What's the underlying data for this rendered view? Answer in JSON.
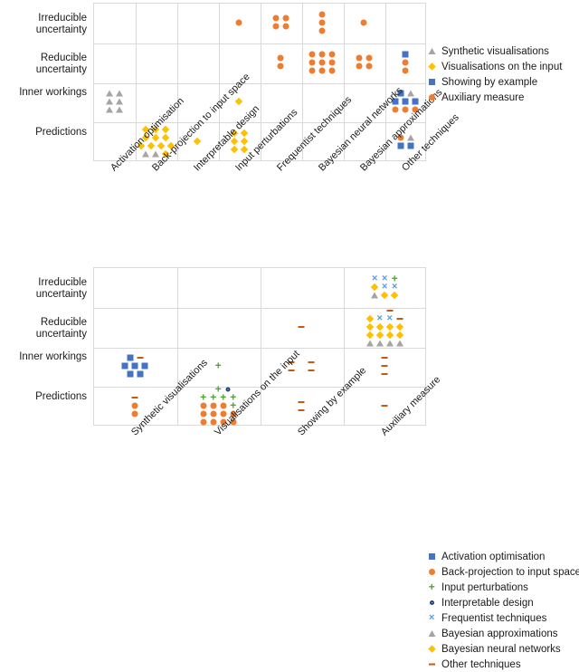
{
  "colors": {
    "gray": "#A5A5A5",
    "gold": "#FFC000",
    "blue": "#4472C4",
    "orange": "#ED7D31",
    "green": "#4EA72E",
    "darkblue": "#264478",
    "lightblue": "#5B9BD5",
    "darkorange": "#C55A11",
    "grid": "#D9D9D9"
  },
  "chart_data": [
    {
      "id": "chart-top",
      "type": "heatmap",
      "title": "",
      "xlabel": "",
      "ylabel": "",
      "grid": true,
      "legend_position": "right",
      "rows": [
        "Irreducible uncertainty",
        "Reducible uncertainty",
        "Inner workings",
        "Predictions"
      ],
      "row_lines": [
        [
          "Irreducible",
          "uncertainty"
        ],
        [
          "Reducible",
          "uncertainty"
        ],
        [
          "Inner workings"
        ],
        [
          "Predictions"
        ]
      ],
      "categories": [
        "Activation optimisation",
        "Back-projection to input space",
        "Interpretable design",
        "Input perturbations",
        "Frequentist techniques",
        "Bayesian neural networks",
        "Bayesian approximations",
        "Other techniques"
      ],
      "series": [
        {
          "name": "Synthetic visualisations",
          "marker": "triangle",
          "color": "#A5A5A5"
        },
        {
          "name": "Visualisations on the input",
          "marker": "diamond",
          "color": "#FFC000"
        },
        {
          "name": "Showing by example",
          "marker": "square",
          "color": "#4472C4"
        },
        {
          "name": "Auxiliary measure",
          "marker": "circle",
          "color": "#ED7D31"
        }
      ],
      "cells": [
        {
          "row": 0,
          "col": 3,
          "layout": [
            [
              "circle"
            ]
          ]
        },
        {
          "row": 0,
          "col": 4,
          "layout": [
            [
              "circle",
              "circle"
            ],
            [
              "circle",
              "circle"
            ]
          ]
        },
        {
          "row": 0,
          "col": 5,
          "layout": [
            [
              "circle"
            ],
            [
              "circle"
            ],
            [
              "circle"
            ]
          ]
        },
        {
          "row": 0,
          "col": 6,
          "layout": [
            [
              "circle"
            ]
          ]
        },
        {
          "row": 1,
          "col": 4,
          "layout": [
            [
              "circle"
            ],
            [
              "circle"
            ]
          ]
        },
        {
          "row": 1,
          "col": 5,
          "layout": [
            [
              "circle",
              "circle",
              "circle"
            ],
            [
              "circle",
              "circle",
              "circle"
            ],
            [
              "circle",
              "circle",
              "circle"
            ]
          ]
        },
        {
          "row": 1,
          "col": 6,
          "layout": [
            [
              "circle",
              "circle"
            ],
            [
              "circle",
              "circle"
            ]
          ]
        },
        {
          "row": 1,
          "col": 7,
          "layout": [
            [
              "square"
            ],
            [
              "circle"
            ],
            [
              "circle"
            ]
          ]
        },
        {
          "row": 2,
          "col": 0,
          "layout": [
            [
              "triangle",
              "triangle"
            ],
            [
              "triangle",
              "triangle"
            ],
            [
              "triangle",
              "triangle"
            ]
          ]
        },
        {
          "row": 2,
          "col": 3,
          "layout": [
            [
              "diamond"
            ]
          ]
        },
        {
          "row": 2,
          "col": 7,
          "layout": [
            [
              "square",
              "triangle"
            ],
            [
              "square",
              "square",
              "square"
            ],
            [
              "circle",
              "circle",
              "circle"
            ]
          ]
        },
        {
          "row": 3,
          "col": 1,
          "layout": [
            [
              "diamond",
              "diamond",
              "diamond"
            ],
            [
              "diamond",
              "diamond",
              "diamond"
            ],
            [
              "diamond",
              "diamond",
              "diamond",
              "diamond"
            ],
            [
              "triangle",
              "triangle",
              "diamond"
            ]
          ]
        },
        {
          "row": 3,
          "col": 2,
          "layout": [
            [
              "diamond"
            ]
          ]
        },
        {
          "row": 3,
          "col": 3,
          "layout": [
            [
              "diamond",
              "diamond"
            ],
            [
              "diamond",
              "diamond"
            ],
            [
              "diamond",
              "diamond"
            ]
          ]
        },
        {
          "row": 3,
          "col": 7,
          "layout": [
            [
              "circle",
              "triangle"
            ],
            [
              "square",
              "square"
            ]
          ]
        }
      ]
    },
    {
      "id": "chart-bottom",
      "type": "heatmap",
      "title": "",
      "xlabel": "",
      "ylabel": "",
      "grid": true,
      "legend_position": "right",
      "rows": [
        "Irreducible uncertainty",
        "Reducible uncertainty",
        "Inner workings",
        "Predictions"
      ],
      "row_lines": [
        [
          "Irreducible",
          "uncertainty"
        ],
        [
          "Reducible",
          "uncertainty"
        ],
        [
          "Inner workings"
        ],
        [
          "Predictions"
        ]
      ],
      "categories": [
        "Synthetic visualisations",
        "Visualisations on the input",
        "Showing by example",
        "Auxiliary measure"
      ],
      "series": [
        {
          "name": "Activation optimisation",
          "marker": "square",
          "color": "#4472C4"
        },
        {
          "name": "Back-projection to input space",
          "marker": "circle",
          "color": "#ED7D31"
        },
        {
          "name": "Input perturbations",
          "marker": "plus",
          "color": "#4EA72E"
        },
        {
          "name": "Interpretable design",
          "marker": "ocircle",
          "color": "#264478"
        },
        {
          "name": "Frequentist techniques",
          "marker": "cross",
          "color": "#5B9BD5"
        },
        {
          "name": "Bayesian approximations",
          "marker": "triangle",
          "color": "#A5A5A5"
        },
        {
          "name": "Bayesian neural networks",
          "marker": "diamond",
          "color": "#FFC000"
        },
        {
          "name": "Other techniques",
          "marker": "dash",
          "color": "#C55A11"
        }
      ],
      "cells": [
        {
          "row": 0,
          "col": 3,
          "layout": [
            [
              "cross",
              "cross",
              "plus"
            ],
            [
              "diamond",
              "cross",
              "cross"
            ],
            [
              "triangle",
              "diamond",
              "diamond"
            ]
          ]
        },
        {
          "row": 1,
          "col": 2,
          "layout": [
            [
              "dash"
            ]
          ]
        },
        {
          "row": 1,
          "col": 3,
          "layout": [
            [
              "_",
              "dash"
            ],
            [
              "diamond",
              "cross",
              "cross",
              "dash"
            ],
            [
              "diamond",
              "diamond",
              "diamond",
              "diamond"
            ],
            [
              "diamond",
              "diamond",
              "diamond",
              "diamond"
            ],
            [
              "triangle",
              "triangle",
              "triangle",
              "triangle"
            ]
          ]
        },
        {
          "row": 2,
          "col": 0,
          "layout": [
            [
              "square",
              "dash"
            ],
            [
              "square",
              "square",
              "square"
            ],
            [
              "square",
              "square"
            ]
          ]
        },
        {
          "row": 2,
          "col": 1,
          "layout": [
            [
              "plus"
            ]
          ]
        },
        {
          "row": 2,
          "col": 2,
          "layout": [
            [
              "dash",
              "_",
              "dash"
            ],
            [
              "dash",
              "_",
              "dash"
            ]
          ]
        },
        {
          "row": 2,
          "col": 3,
          "layout": [
            [
              "dash"
            ],
            [
              "dash"
            ],
            [
              "dash"
            ]
          ]
        },
        {
          "row": 3,
          "col": 0,
          "layout": [
            [
              "dash"
            ],
            [
              "circle"
            ],
            [
              "circle"
            ]
          ]
        },
        {
          "row": 3,
          "col": 1,
          "layout": [
            [
              "_",
              "plus",
              "ocircle"
            ],
            [
              "plus",
              "plus",
              "plus",
              "plus"
            ],
            [
              "circle",
              "circle",
              "circle",
              "plus"
            ],
            [
              "circle",
              "circle",
              "circle",
              "circle"
            ],
            [
              "circle",
              "circle",
              "circle",
              "circle"
            ]
          ]
        },
        {
          "row": 3,
          "col": 2,
          "layout": [
            [
              "dash"
            ],
            [
              "dash"
            ]
          ]
        },
        {
          "row": 3,
          "col": 3,
          "layout": [
            [
              "dash"
            ]
          ]
        }
      ]
    }
  ]
}
